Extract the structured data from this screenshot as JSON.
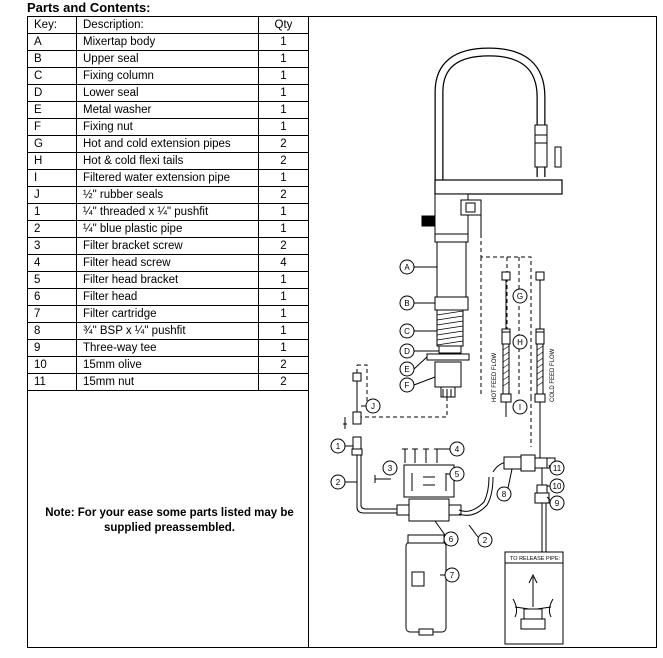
{
  "title": "Parts and Contents:",
  "table": {
    "headers": [
      "Key:",
      "Description:",
      "Qty"
    ],
    "rows": [
      [
        "A",
        "Mixertap body",
        "1"
      ],
      [
        "B",
        "Upper seal",
        "1"
      ],
      [
        "C",
        "Fixing column",
        "1"
      ],
      [
        "D",
        "Lower seal",
        "1"
      ],
      [
        "E",
        "Metal washer",
        "1"
      ],
      [
        "F",
        "Fixing nut",
        "1"
      ],
      [
        "G",
        "Hot and cold extension pipes",
        "2"
      ],
      [
        "H",
        "Hot & cold flexi tails",
        "2"
      ],
      [
        "I",
        "Filtered water extension pipe",
        "1"
      ],
      [
        "J",
        "½\" rubber seals",
        "2"
      ],
      [
        "1",
        "¼\" threaded x ¼\" pushfit",
        "1"
      ],
      [
        "2",
        "¼\" blue plastic pipe",
        "1"
      ],
      [
        "3",
        "Filter bracket screw",
        "2"
      ],
      [
        "4",
        "Filter head screw",
        "4"
      ],
      [
        "5",
        "Filter head bracket",
        "1"
      ],
      [
        "6",
        "Filter head",
        "1"
      ],
      [
        "7",
        "Filter cartridge",
        "1"
      ],
      [
        "8",
        "¾\" BSP x ¼\" pushfit",
        "1"
      ],
      [
        "9",
        "Three-way tee",
        "1"
      ],
      [
        "10",
        "15mm olive",
        "2"
      ],
      [
        "11",
        "15mm nut",
        "2"
      ]
    ]
  },
  "note": "Note: For your ease some parts listed may be supplied preassembled.",
  "diagram": {
    "callouts_letters": [
      "A",
      "B",
      "C",
      "D",
      "E",
      "F",
      "G",
      "H",
      "I",
      "J"
    ],
    "callouts_numbers": [
      "1",
      "2",
      "2",
      "3",
      "4",
      "5",
      "6",
      "7",
      "8",
      "9",
      "10",
      "11"
    ],
    "hot_feed_label": "HOT FEED FLOW",
    "cold_feed_label": "COLD FEED FLOW",
    "release_label": "TO RELEASE PIPE:"
  }
}
